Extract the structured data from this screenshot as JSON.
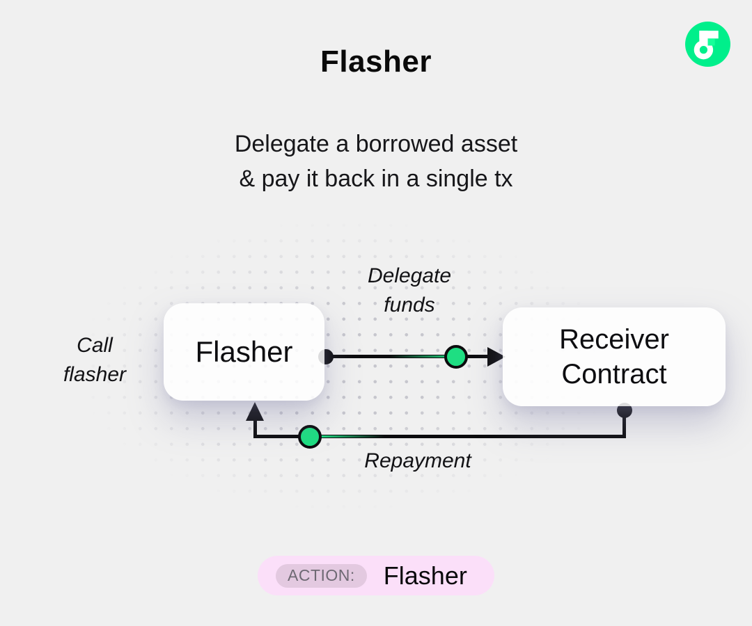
{
  "page": {
    "title": "Flasher",
    "subtitle": {
      "line1": "Delegate a borrowed asset",
      "line2": "& pay it back in a single tx"
    },
    "background_color": "#f0f0f0"
  },
  "logo": {
    "name": "Flow",
    "circle_color": "#00ef8b",
    "glyph_color": "#ffffff",
    "square_color": "#16ff99"
  },
  "diagram": {
    "accent_green": "#1ede82",
    "line_color": "#0c0c0e",
    "nodes": {
      "flasher": {
        "label": "Flasher"
      },
      "receiver": {
        "line1": "Receiver",
        "line2": "Contract"
      }
    },
    "labels": {
      "call": {
        "line1": "Call",
        "line2": "flasher"
      },
      "delegate": {
        "line1": "Delegate",
        "line2": "funds"
      },
      "repayment": "Repayment"
    }
  },
  "footer": {
    "action_label": "ACTION:",
    "action_value": "Flasher",
    "badge_color": "#fbdff9",
    "label_pill_color": "#e3c9e0"
  }
}
